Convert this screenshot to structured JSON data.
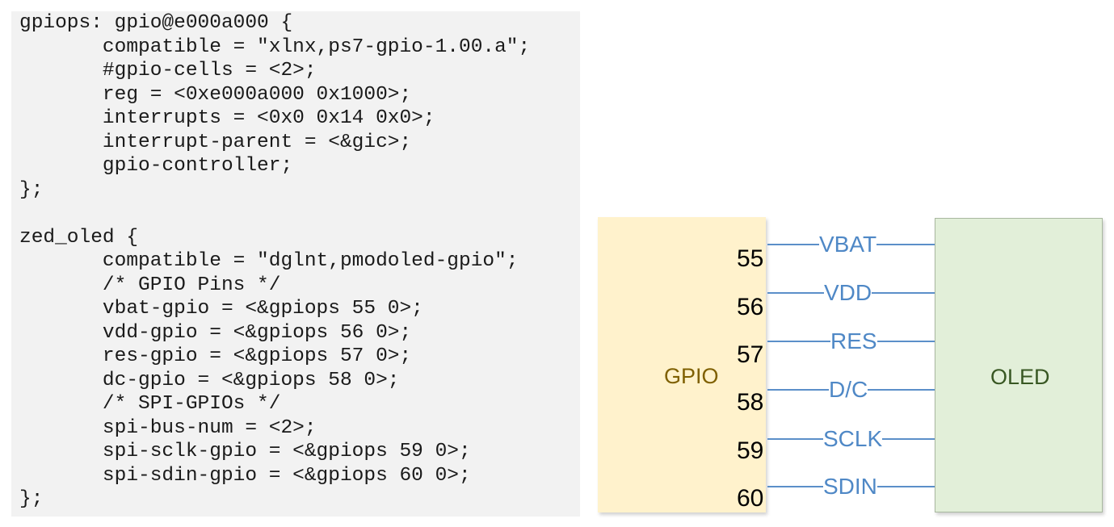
{
  "code": [
    "gpiops: gpio@e000a000 {",
    "       compatible = \"xlnx,ps7-gpio-1.00.a\";",
    "       #gpio-cells = <2>;",
    "       reg = <0xe000a000 0x1000>;",
    "       interrupts = <0x0 0x14 0x0>;",
    "       interrupt-parent = <&gic>;",
    "       gpio-controller;",
    "};",
    "",
    "zed_oled {",
    "       compatible = \"dglnt,pmodoled-gpio\";",
    "       /* GPIO Pins */",
    "       vbat-gpio = <&gpiops 55 0>;",
    "       vdd-gpio = <&gpiops 56 0>;",
    "       res-gpio = <&gpiops 57 0>;",
    "       dc-gpio = <&gpiops 58 0>;",
    "       /* SPI-GPIOs */",
    "       spi-bus-num = <2>;",
    "       spi-sclk-gpio = <&gpiops 59 0>;",
    "       spi-sdin-gpio = <&gpiops 60 0>;",
    "};"
  ],
  "diagram": {
    "left_label": "GPIO",
    "right_label": "OLED",
    "connections": [
      {
        "pin": "55",
        "signal": "VBAT"
      },
      {
        "pin": "56",
        "signal": "VDD"
      },
      {
        "pin": "57",
        "signal": "RES"
      },
      {
        "pin": "58",
        "signal": "D/C"
      },
      {
        "pin": "59",
        "signal": "SCLK"
      },
      {
        "pin": "60",
        "signal": "SDIN"
      }
    ]
  },
  "colors": {
    "gpio_fill": "#fff2cc",
    "oled_fill": "#e2efd9",
    "wire": "#5b8fc9"
  }
}
